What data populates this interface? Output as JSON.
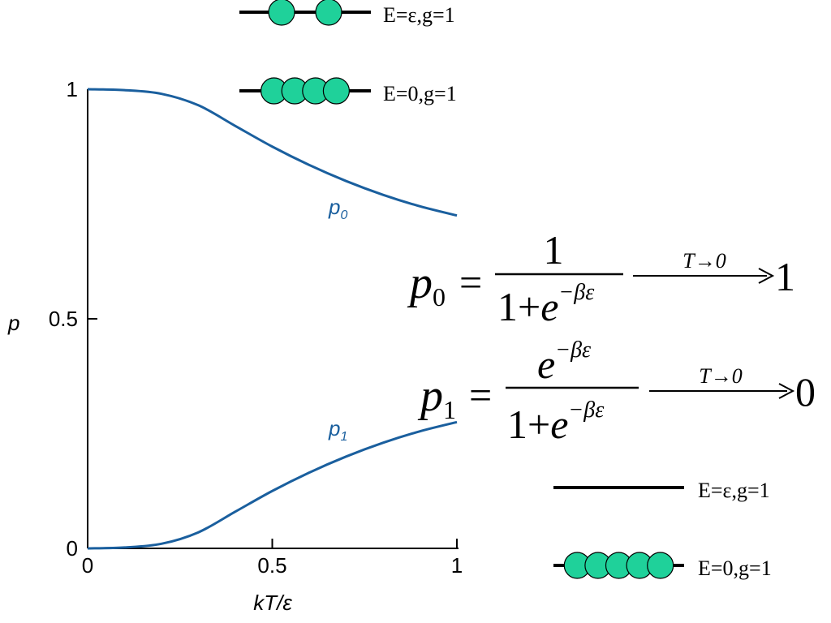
{
  "chart_data": {
    "type": "line",
    "title": "",
    "xlabel": "kT/ε",
    "ylabel": "p",
    "xlim": [
      0,
      1
    ],
    "ylim": [
      0,
      1
    ],
    "x_ticks": [
      {
        "value": 0,
        "label": "0"
      },
      {
        "value": 0.5,
        "label": "0.5"
      },
      {
        "value": 1,
        "label": "1"
      }
    ],
    "y_ticks": [
      {
        "value": 0,
        "label": "0"
      },
      {
        "value": 0.5,
        "label": "0.5"
      },
      {
        "value": 1,
        "label": "1"
      }
    ],
    "grid": false,
    "line_color": "#1a5f9e",
    "series": [
      {
        "name": "p0",
        "name_main": "p",
        "name_sub": "0",
        "x": [
          0,
          0.1,
          0.2,
          0.3,
          0.4,
          0.5,
          0.6,
          0.7,
          0.8,
          0.9,
          1.0
        ],
        "y": [
          1.0,
          0.998,
          0.99,
          0.965,
          0.92,
          0.875,
          0.835,
          0.8,
          0.77,
          0.745,
          0.725
        ]
      },
      {
        "name": "p1",
        "name_main": "p",
        "name_sub": "1",
        "x": [
          0,
          0.1,
          0.2,
          0.3,
          0.4,
          0.5,
          0.6,
          0.7,
          0.8,
          0.9,
          1.0
        ],
        "y": [
          0.0,
          0.002,
          0.01,
          0.035,
          0.08,
          0.125,
          0.165,
          0.2,
          0.23,
          0.255,
          0.275
        ]
      }
    ]
  },
  "levels_top": [
    {
      "label": "E=ε,g=1",
      "particles": 2
    },
    {
      "label": "E=0,g=1",
      "particles": 4
    }
  ],
  "levels_bottom": [
    {
      "label": "E=ε,g=1",
      "particles": 0
    },
    {
      "label": "E=0,g=1",
      "particles": 5
    }
  ],
  "particle_color": "#1fd19a",
  "equations": {
    "p0": {
      "lhs": "p",
      "lhs_sub": "0",
      "eq": "=",
      "num": "1",
      "den_a": "1+",
      "den_e": "e",
      "den_exp": "−βε",
      "limit": "T→0",
      "result": "1"
    },
    "p1": {
      "lhs": "p",
      "lhs_sub": "1",
      "eq": "=",
      "num_e": "e",
      "num_exp": "−βε",
      "den_a": "1+",
      "den_e": "e",
      "den_exp": "−βε",
      "limit": "T→0",
      "result": "0"
    }
  }
}
